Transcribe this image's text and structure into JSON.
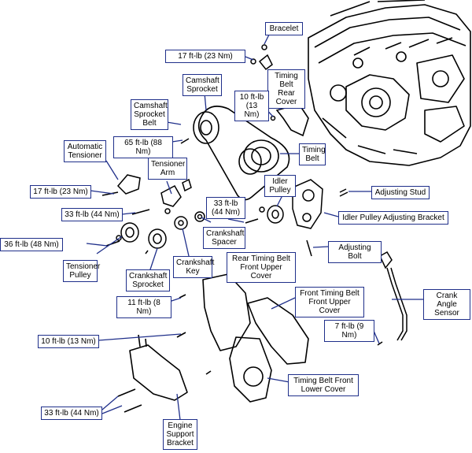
{
  "colors": {
    "callout_border": "#1f2f8a",
    "leader_line": "#1f2f8a",
    "line_art": "#000000"
  },
  "labels": {
    "bracelet": "Bracelet",
    "torque_17_top": "17 ft-lb (23 Nm)",
    "timing_belt_rear_cover": "Timing\nBelt Rear\nCover",
    "camshaft_sprocket": "Camshaft\nSprocket",
    "torque_10_upper": "10 ft-lb\n(13 Nm)",
    "camshaft_sprocket_belt": "Camshaft\nSprocket\nBelt",
    "torque_65": "65 ft-lb (88 Nm)",
    "automatic_tensioner": "Automatic\nTensioner",
    "timing_belt": "Timing\nBelt",
    "tensioner_arm": "Tensioner\nArm",
    "torque_17_mid": "17 ft-lb (23 Nm)",
    "idler_pulley": "Idler\nPulley",
    "adjusting_stud": "Adjusting Stud",
    "torque_33_left": "33 ft-lb (44 Nm)",
    "torque_33_center": "33 ft-lb\n(44 Nm)",
    "idler_pulley_adjusting_bracket": "Idler Pulley Adjusting Bracket",
    "crankshaft_spacer": "Crankshaft\nSpacer",
    "torque_36": "36 ft-lb (48 Nm)",
    "adjusting_bolt": "Adjusting Bolt",
    "tensioner_pulley": "Tensioner\nPulley",
    "crankshaft_key": "Crankshaft\nKey",
    "rear_timing_belt_front_upper_cover": "Rear Timing Belt\nFront Upper Cover",
    "crankshaft_sprocket": "Crankshaft\nSprocket",
    "crank_angle_sensor": "Crank Angle\nSensor",
    "front_timing_belt_front_upper_cover": "Front Timing Belt\nFront Upper Cover",
    "torque_11": "11 ft-lb (8 Nm)",
    "torque_7": "7 ft-lb (9 Nm)",
    "torque_10_lower": "10 ft-lb (13 Nm)",
    "timing_belt_front_lower_cover": "Timing Belt Front\nLower Cover",
    "torque_33_bottom": "33 ft-lb (44 Nm)",
    "engine_support_bracket": "Engine\nSupport\nBracket"
  }
}
